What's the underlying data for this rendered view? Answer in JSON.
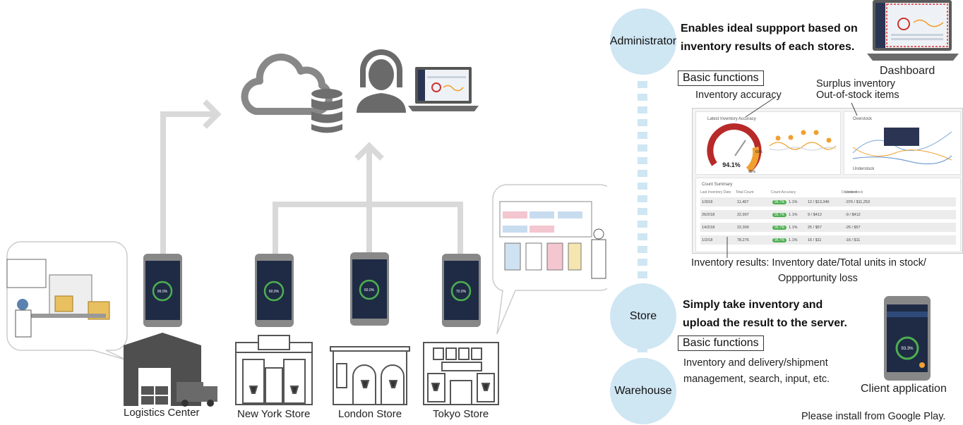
{
  "locations": {
    "logistics": "Logistics Center",
    "new_york": "New York Store",
    "london": "London Store",
    "tokyo": "Tokyo Store"
  },
  "roles": {
    "administrator": "Administrator",
    "store": "Store",
    "warehouse": "Warehouse"
  },
  "admin": {
    "headline_1": "Enables ideal suppport based on",
    "headline_2": "inventory results of each stores.",
    "device_label": "Dashboard",
    "basic_functions": "Basic functions",
    "accuracy_label": "Inventory accuracy",
    "surplus_label": "Surplus inventory",
    "oos_label": "Out-of-stock items",
    "results_1": "Inventory results: Inventory date/Total units in stock/",
    "results_2": "Oppportunity loss"
  },
  "dashboard": {
    "latest_title": "Latest Inventory Accuracy",
    "gauge_value": "94.1%",
    "gauge_pct_60": "60%",
    "gauge_pct_95": "95%",
    "overstock": "Overstock",
    "understock": "Understock",
    "count_summary": "Count Summary",
    "columns": [
      "Last Inventory Date",
      "Total Count",
      "Count Accuracy",
      "Overstock",
      "Understock"
    ],
    "rows": [
      [
        "1/3/18",
        "11,407",
        "95.7%",
        "1.1%",
        "12 / $13,346",
        "-376 / $11,253"
      ],
      [
        "26/2/18",
        "22,907",
        "95.7%",
        "1.1%",
        "9 / $412",
        "-9 / $412"
      ],
      [
        "14/2/18",
        "22,300",
        "95.7%",
        "1.1%",
        "25 / $57",
        "-25 / $57"
      ],
      [
        "1/2/18",
        "78,276",
        "95.7%",
        "1.1%",
        "16 / $11",
        "-16 / $11"
      ]
    ]
  },
  "store": {
    "headline_1": "Simply take inventory and",
    "headline_2": "upload the result to the server.",
    "basic_functions": "Basic functions",
    "desc_1": "Inventory and delivery/shipment",
    "desc_2": "management, search, input, etc.",
    "device_label": "Client application",
    "footer": "Please install from Google Play."
  },
  "phones": {
    "readings": [
      "99.0%",
      "60.0%",
      "60.0%",
      "70.0%"
    ],
    "client_reading": "93.3%"
  },
  "colors": {
    "circle_fill": "#cfe6f3",
    "arrow": "#d9d9d9",
    "phone_screen": "#1f2b45",
    "accent_green": "#4caf50",
    "accent_orange": "#f0a030"
  }
}
